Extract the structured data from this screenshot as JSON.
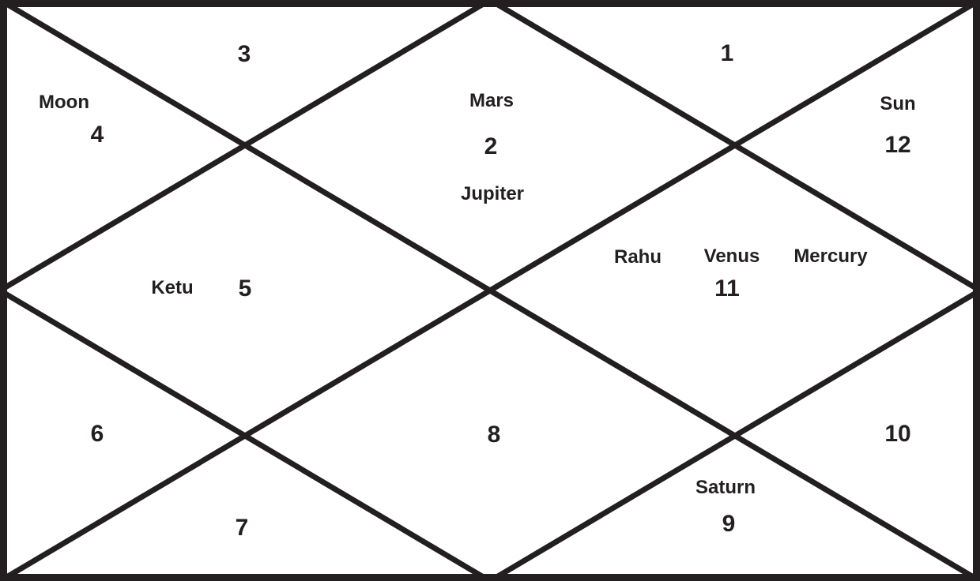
{
  "chart": {
    "type": "north-indian-kundli-diagram",
    "colors": {
      "line": "#231f20",
      "background": "#ffffff"
    },
    "houses": [
      {
        "name": "house-1",
        "number": "1",
        "planets": []
      },
      {
        "name": "house-2",
        "number": "2",
        "planets": [
          "Mars",
          "Jupiter"
        ]
      },
      {
        "name": "house-3",
        "number": "3",
        "planets": []
      },
      {
        "name": "house-4",
        "number": "4",
        "planets": [
          "Moon"
        ]
      },
      {
        "name": "house-5",
        "number": "5",
        "planets": [
          "Ketu"
        ]
      },
      {
        "name": "house-6",
        "number": "6",
        "planets": []
      },
      {
        "name": "house-7",
        "number": "7",
        "planets": []
      },
      {
        "name": "house-8",
        "number": "8",
        "planets": []
      },
      {
        "name": "house-9",
        "number": "9",
        "planets": [
          "Saturn"
        ]
      },
      {
        "name": "house-10",
        "number": "10",
        "planets": []
      },
      {
        "name": "house-11",
        "number": "11",
        "planets": [
          "Rahu",
          "Venus",
          "Mercury"
        ]
      },
      {
        "name": "house-12",
        "number": "12",
        "planets": [
          "Sun"
        ]
      }
    ]
  }
}
